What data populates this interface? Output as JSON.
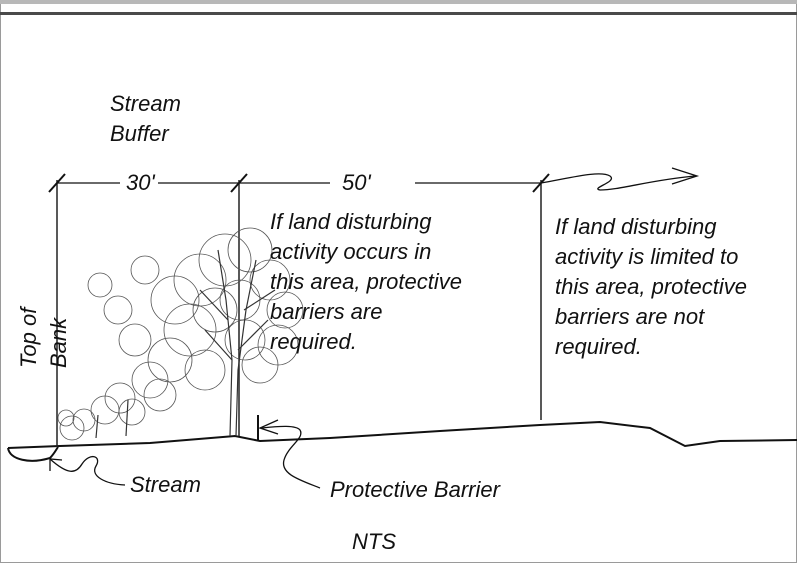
{
  "labels": {
    "stream_buffer": "Stream\nBuffer",
    "dim_30": "30'",
    "dim_50": "50'",
    "top_of_bank": "Top of\nBank",
    "inner_note": "If land disturbing\nactivity occurs in\nthis area, protective\nbarriers are\nrequired.",
    "outer_note": "If land disturbing\nactivity is limited to\nthis area, protective\nbarriers are not\nrequired.",
    "stream": "Stream",
    "protective_barrier": "Protective Barrier",
    "nts": "NTS"
  }
}
